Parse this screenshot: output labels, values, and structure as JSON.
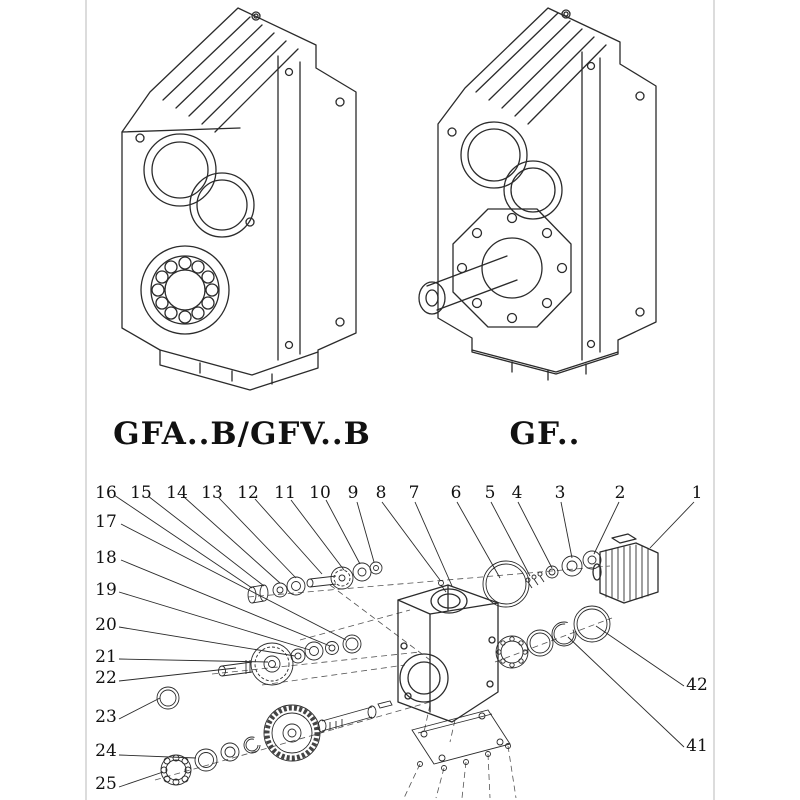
{
  "page": {
    "background": "#ffffff",
    "line_color": "#2b2b2b"
  },
  "models": {
    "left": {
      "label": "GFA..B/GFV..B"
    },
    "right": {
      "label": "GF.."
    }
  },
  "exploded": {
    "top_row": [
      "16",
      "15",
      "14",
      "13",
      "12",
      "11",
      "10",
      "9",
      "8",
      "7",
      "6",
      "5",
      "4",
      "3",
      "2",
      "1"
    ],
    "left_column": [
      "17",
      "18",
      "19",
      "20",
      "21",
      "22",
      "23",
      "24",
      "25"
    ],
    "right_column": [
      "42",
      "41"
    ]
  }
}
